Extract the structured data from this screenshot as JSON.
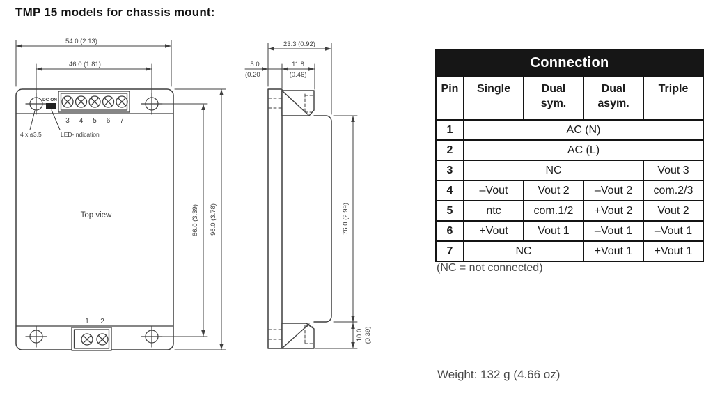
{
  "page": {
    "title": "TMP 15 models for chassis mount:",
    "weight_note": "Weight: 132 g (4.66 oz)"
  },
  "colors": {
    "line": "#3f3f3f",
    "table_header_bg": "#161616",
    "table_header_text": "#ffffff",
    "background": "#ffffff"
  },
  "top_view": {
    "label": "Top view",
    "dc_on_label": "DC ON",
    "holes_label": "4 x ø3.5",
    "led_label": "LED-Indication",
    "top_pins": [
      "3",
      "4",
      "5",
      "6",
      "7"
    ],
    "bottom_pins": [
      "1",
      "2"
    ],
    "dims": {
      "width_outer": "54.0 (2.13)",
      "width_holes": "46.0 (1.81)",
      "height_holes": "86.0 (3.39)",
      "height_outer": "96.0 (3.78)"
    }
  },
  "side_view": {
    "dims": {
      "depth": "23.3 (0.92)",
      "flange": "5.0",
      "flange_inch": "(0.20",
      "block_w": "11.8",
      "block_w_inch": "(0.46)",
      "body": "76.0 (2.99)",
      "block_h": "10.0",
      "block_h_inch": "(0.39)"
    }
  },
  "connection_table": {
    "title": "Connection",
    "headers": [
      {
        "line1": "Pin",
        "line2": ""
      },
      {
        "line1": "Single",
        "line2": ""
      },
      {
        "line1": "Dual",
        "line2": "sym."
      },
      {
        "line1": "Dual",
        "line2": "asym."
      },
      {
        "line1": "Triple",
        "line2": ""
      }
    ],
    "rows": [
      {
        "pin": "1",
        "cells": [
          {
            "text": "AC (N)",
            "span": 4
          }
        ]
      },
      {
        "pin": "2",
        "cells": [
          {
            "text": "AC (L)",
            "span": 4
          }
        ]
      },
      {
        "pin": "3",
        "cells": [
          {
            "text": "NC",
            "span": 3
          },
          {
            "text": "Vout 3",
            "span": 1
          }
        ]
      },
      {
        "pin": "4",
        "cells": [
          {
            "text": "–Vout"
          },
          {
            "text": "Vout 2"
          },
          {
            "text": "–Vout 2"
          },
          {
            "text": "com.2/3"
          }
        ]
      },
      {
        "pin": "5",
        "cells": [
          {
            "text": "ntc"
          },
          {
            "text": "com.1/2"
          },
          {
            "text": "+Vout 2"
          },
          {
            "text": "Vout 2"
          }
        ]
      },
      {
        "pin": "6",
        "cells": [
          {
            "text": "+Vout"
          },
          {
            "text": "Vout 1"
          },
          {
            "text": "–Vout 1"
          },
          {
            "text": "–Vout 1"
          }
        ]
      },
      {
        "pin": "7",
        "cells": [
          {
            "text": "NC",
            "span": 2
          },
          {
            "text": "+Vout 1"
          },
          {
            "text": "+Vout 1"
          }
        ]
      }
    ],
    "note": "(NC = not connected)"
  }
}
